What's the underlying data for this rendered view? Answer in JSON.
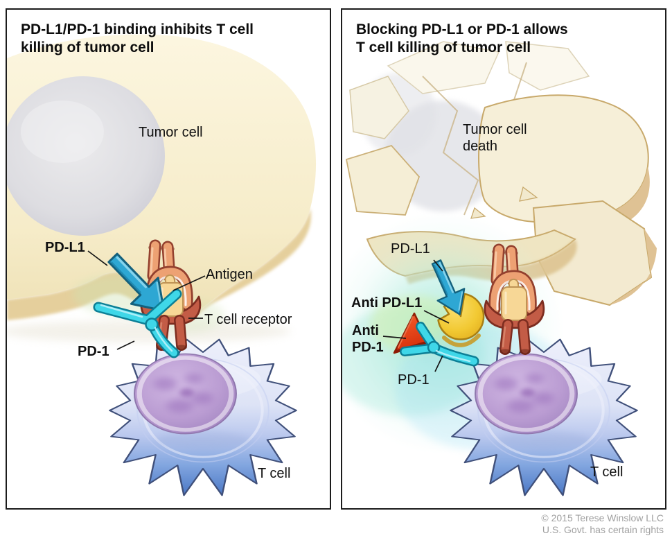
{
  "left_panel": {
    "title_line1": "PD-L1/PD-1 binding inhibits T cell",
    "title_line2": "killing of tumor cell",
    "labels": {
      "tumor_cell": "Tumor cell",
      "pd_l1": "PD-L1",
      "antigen": "Antigen",
      "t_cell_receptor": "T cell receptor",
      "pd_1": "PD-1",
      "t_cell": "T cell"
    }
  },
  "right_panel": {
    "title_line1": "Blocking PD-L1 or PD-1 allows",
    "title_line2": "T cell killing of tumor cell",
    "labels": {
      "tumor_cell_death": "Tumor cell death",
      "pd_l1": "PD-L1",
      "anti_pd_l1": "Anti PD-L1",
      "anti_pd_1": "Anti PD-1",
      "pd_1": "PD-1",
      "t_cell": "T cell"
    }
  },
  "credit": {
    "line1": "© 2015 Terese Winslow LLC",
    "line2": "U.S. Govt. has certain rights"
  },
  "colors": {
    "pd_l1_blue": "#2ea7d3",
    "pd_1_cyan": "#3fd7e8",
    "receptor_salmon": "#eda173",
    "receptor_red": "#c35c46",
    "antigen_tan": "#f7d796",
    "anti_pd_l1_yellow": "#f4cc3a",
    "anti_pd_1_red": "#ee4416",
    "tumor_cream": "#f8f1d3",
    "t_cell_blue": "#4a78c6",
    "nucleus_purple": "#b79cd1",
    "glow_mint": "#9fe7d8"
  }
}
